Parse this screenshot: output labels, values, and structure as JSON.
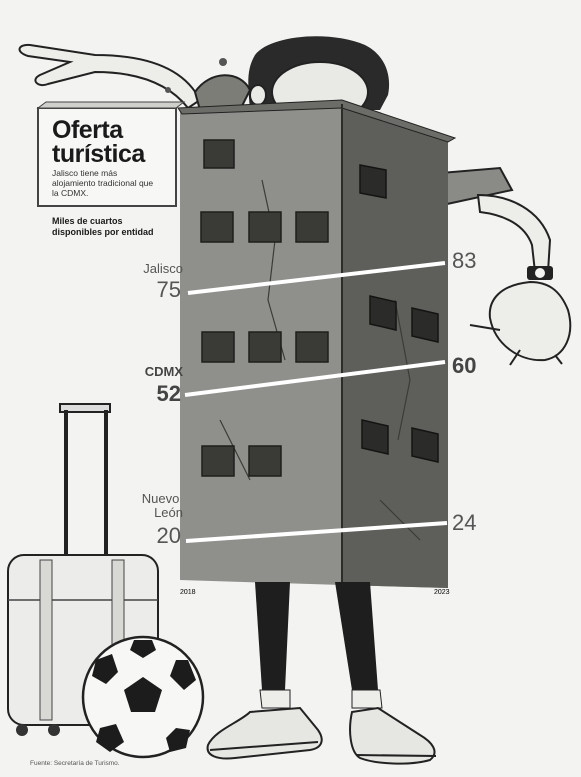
{
  "chart_data": {
    "type": "line",
    "title": "Oferta turística",
    "subtitle": "Jalisco tiene más alojamiento tradicional que la CDMX.",
    "ylabel": "Miles de cuartos disponibles por entidad",
    "x": [
      "2018",
      "2023"
    ],
    "series": [
      {
        "name": "Jalisco",
        "values": [
          75,
          83
        ]
      },
      {
        "name": "CDMX",
        "values": [
          52,
          60
        ]
      },
      {
        "name": "Nuevo León",
        "values": [
          20,
          24
        ]
      }
    ],
    "source": "Fuente: Secretaría de Turismo."
  },
  "colors": {
    "background": "#f3f3f1",
    "building_front": "#8f8f8b",
    "building_side": "#5e5e5a",
    "line": "#ffffff",
    "ink": "#1a1a1a"
  },
  "illustration": {
    "subject": "man-wearing-building",
    "objects": [
      "suitcase",
      "soccer-ball",
      "sneakers",
      "wristwatch"
    ]
  }
}
